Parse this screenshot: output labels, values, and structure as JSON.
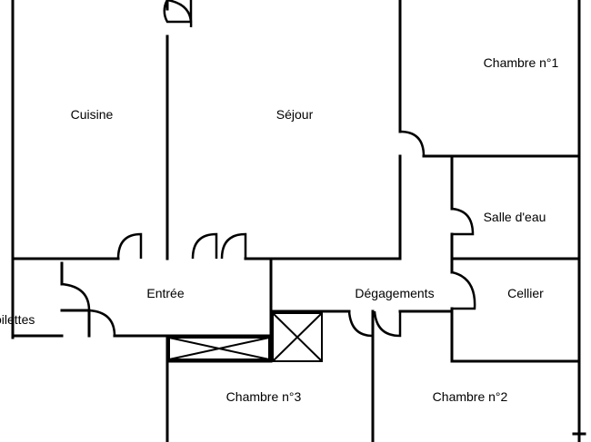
{
  "rooms": {
    "cuisine": "Cuisine",
    "sejour": "Séjour",
    "chambre1": "Chambre n°1",
    "salle_eau": "Salle d'eau",
    "toilettes": "Toilettes",
    "entree": "Entrée",
    "degagements": "Dégagements",
    "cellier": "Cellier",
    "chambre3": "Chambre n°3",
    "chambre2": "Chambre n°2"
  }
}
